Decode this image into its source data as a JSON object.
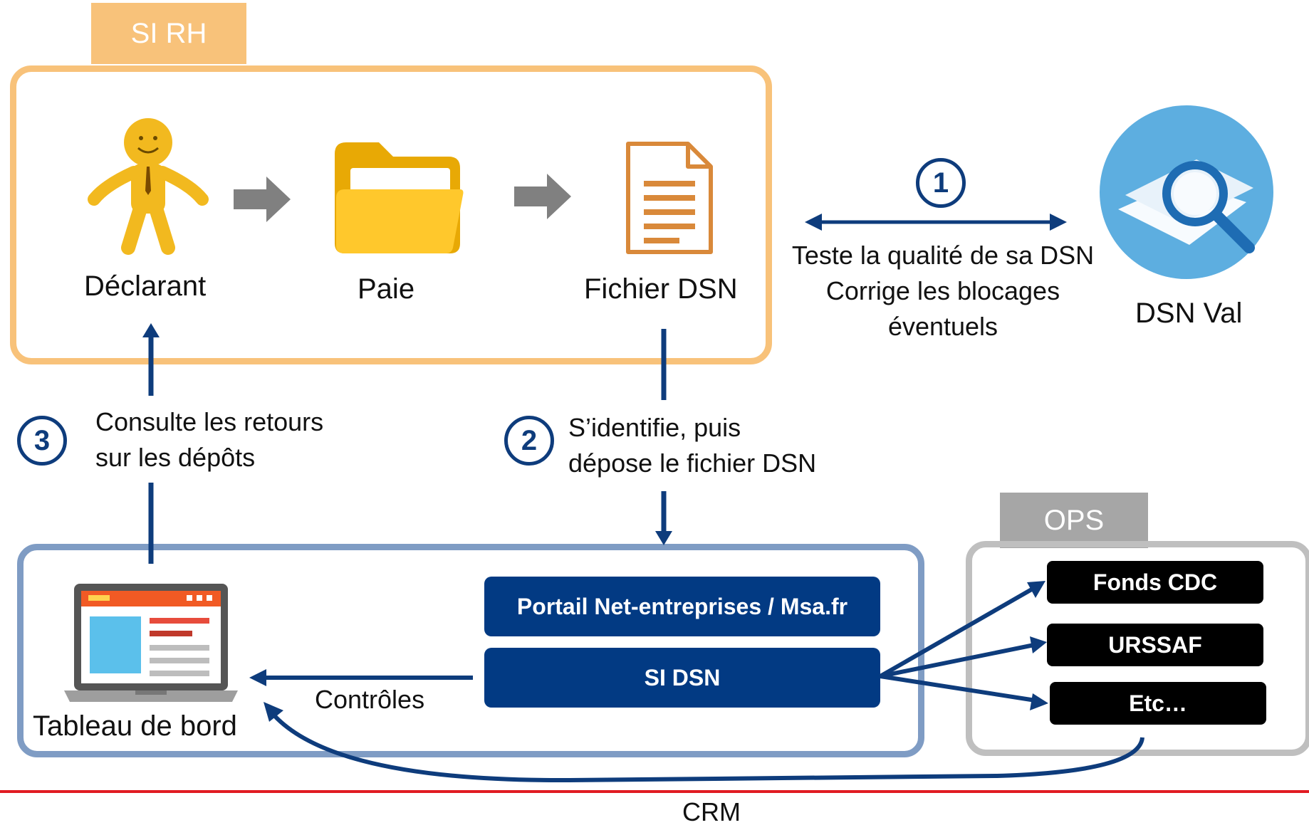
{
  "si_rh": {
    "title": "SI RH"
  },
  "nodes": {
    "declarant": "Déclarant",
    "paie": "Paie",
    "fichier_dsn": "Fichier DSN",
    "dsn_val": "DSN Val",
    "tableau_de_bord": "Tableau de bord"
  },
  "step1": {
    "number": "1",
    "line1": "Teste la qualité de sa DSN",
    "line2": "Corrige les blocages",
    "line3": "éventuels"
  },
  "step2": {
    "number": "2",
    "line1": "S’identifie, puis",
    "line2": "dépose le fichier DSN"
  },
  "step3": {
    "number": "3",
    "line1": "Consulte les retours",
    "line2": "sur les dépôts"
  },
  "platform": {
    "portail": "Portail Net-entreprises / Msa.fr",
    "si_dsn": "SI DSN",
    "controles": "Contrôles"
  },
  "ops": {
    "title": "OPS",
    "items": [
      "Fonds CDC",
      "URSSAF",
      "Etc…"
    ]
  },
  "footer": {
    "crm": "CRM"
  },
  "colors": {
    "sirh": "#F8C27A",
    "navy": "#023A83",
    "platform_border": "#7F9CC4",
    "ops_border": "#BFBFBF",
    "crm_line": "#E11B22"
  }
}
